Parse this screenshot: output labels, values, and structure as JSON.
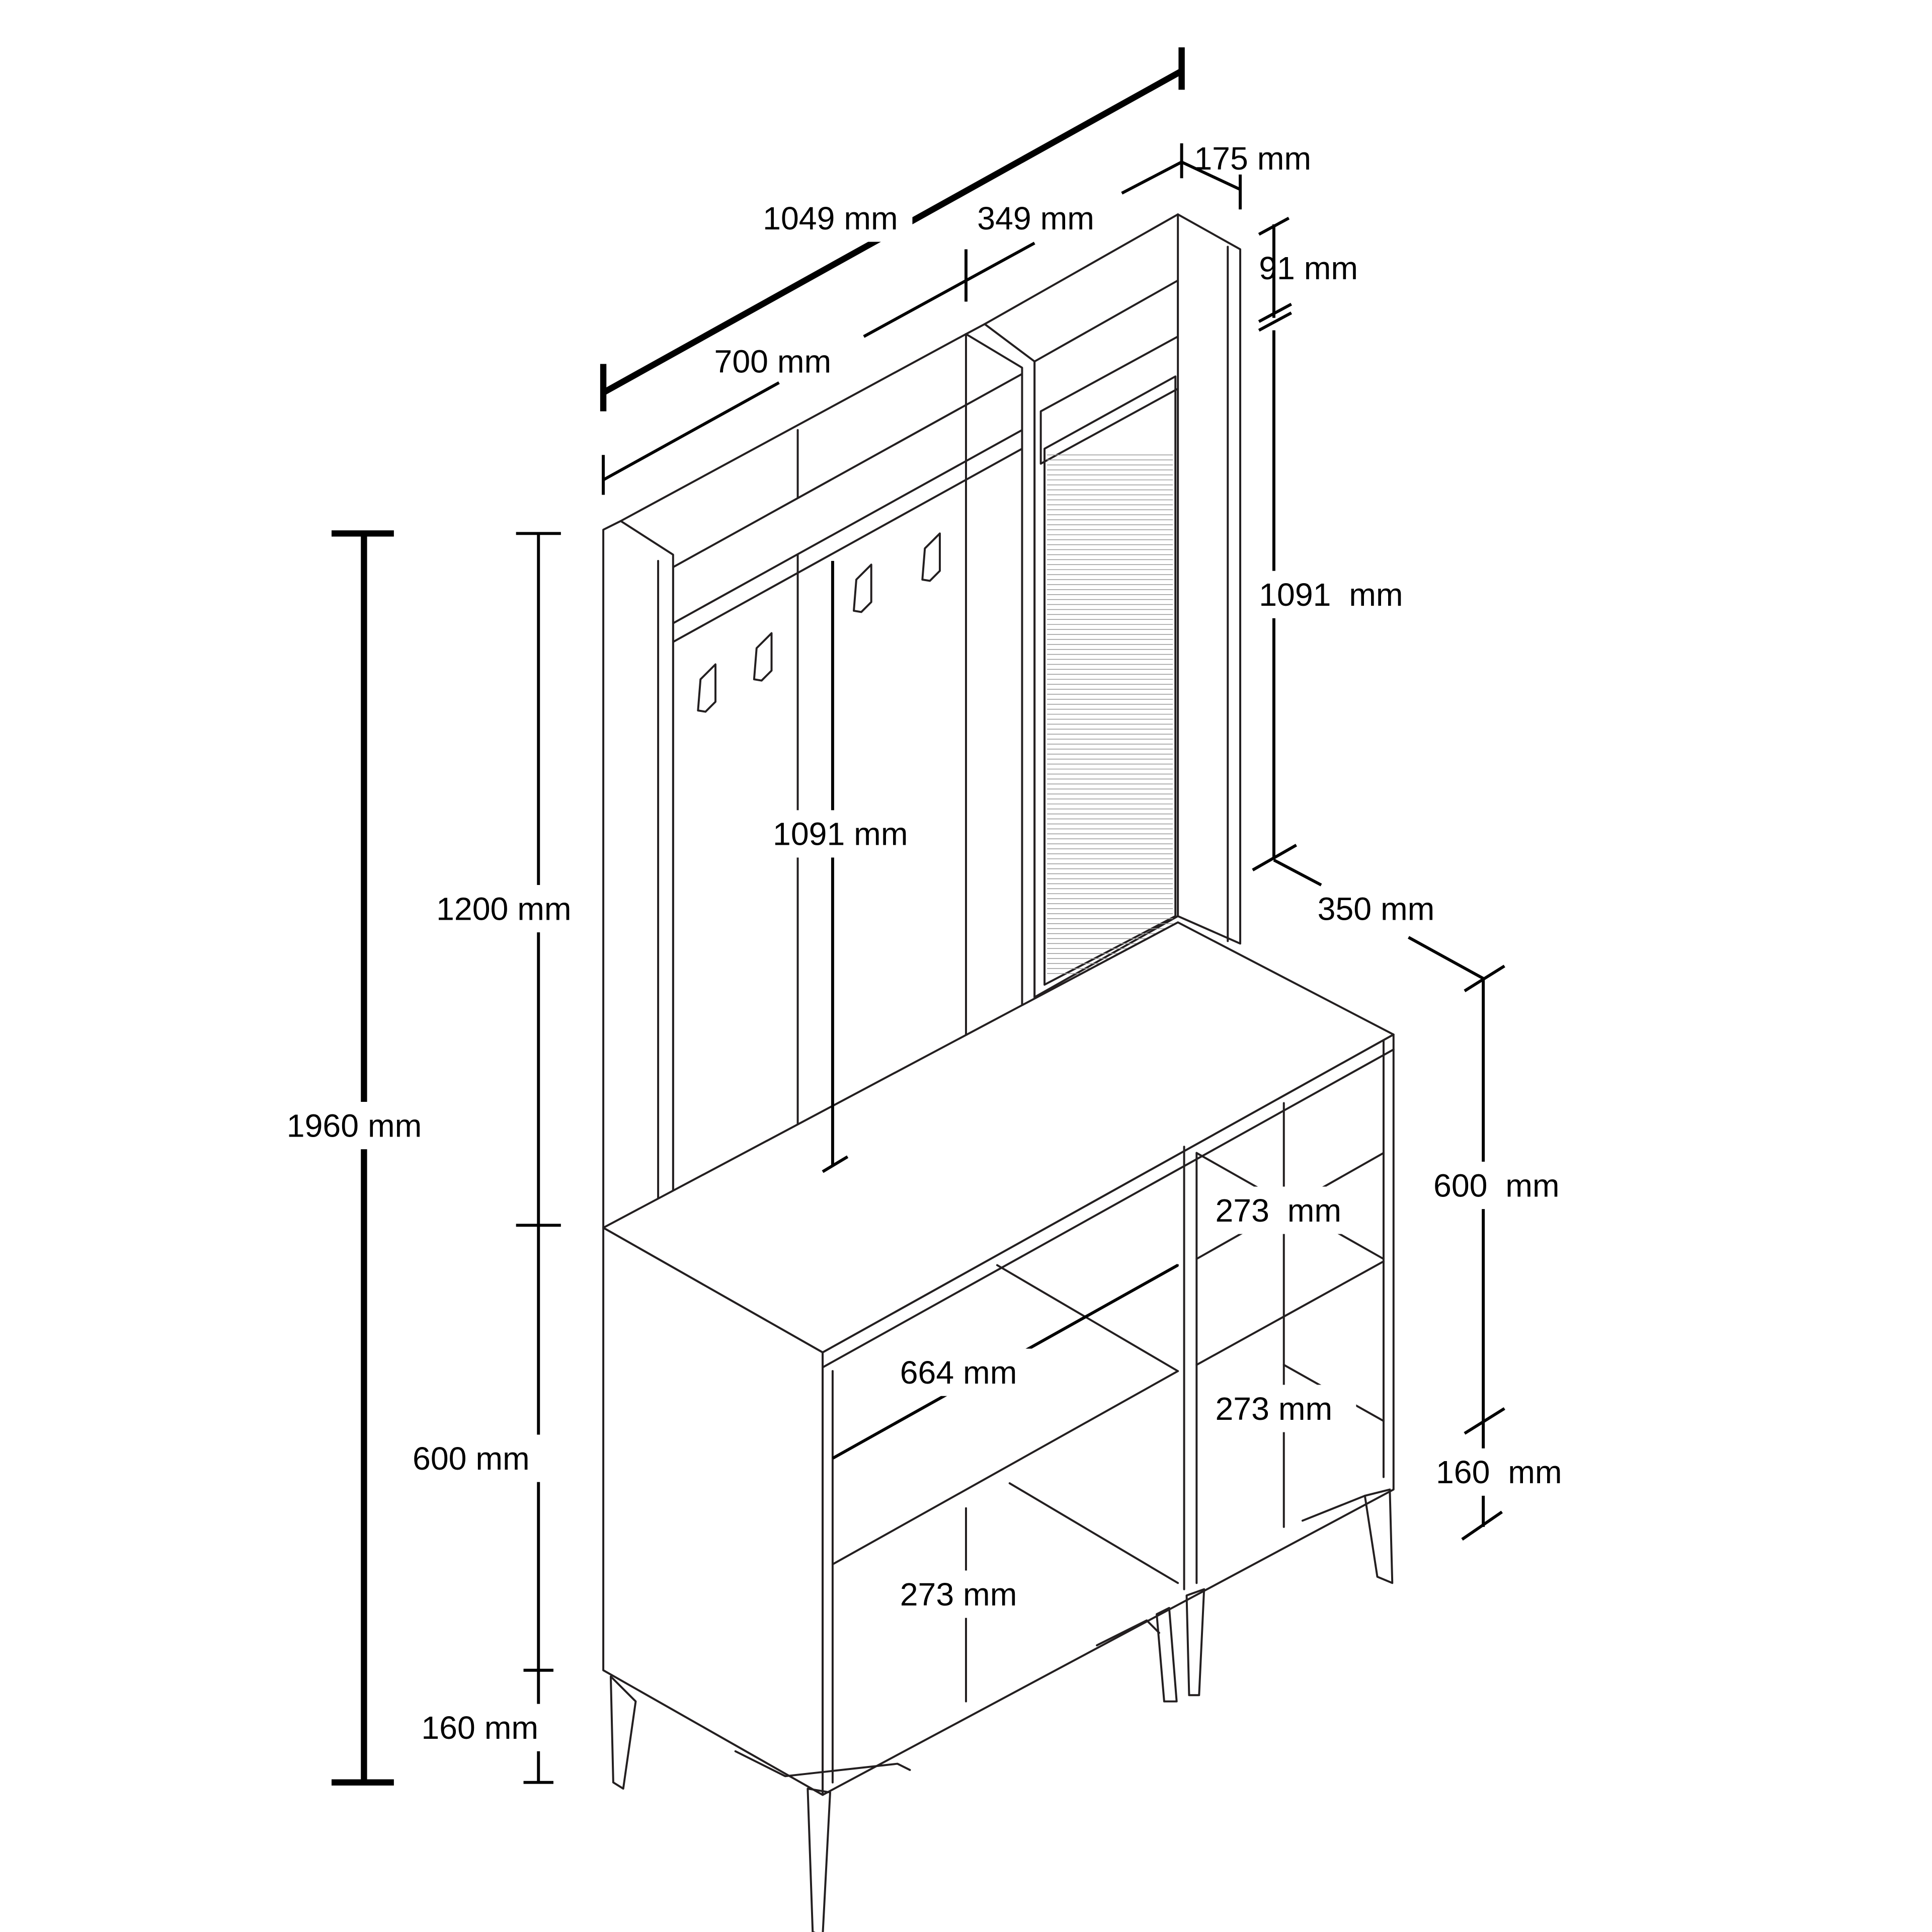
{
  "title": "Hallway coat rack unit with cabinet – dimension drawing",
  "colors": {
    "line": "#231f20",
    "mirror": "#999999",
    "background": "#ffffff"
  },
  "dimensions": {
    "total_width": "1049 mm",
    "right_hutch_width": "349 mm",
    "right_panel_depth": "175 mm",
    "top_shelf_height": "91 mm",
    "left_hutch_width": "700 mm",
    "right_mirror_height": "1091  mm",
    "center_hutch_height": "1091 mm",
    "hutch_height": "1200 mm",
    "total_height": "1960 mm",
    "cabinet_depth": "350 mm",
    "right_cabinet_height": "600  mm",
    "right_upper_shelf": "273  mm",
    "right_lower_shelf": "273 mm",
    "cabinet_inner_width": "664 mm",
    "left_lower_shelf": "273 mm",
    "left_cabinet_height": "600 mm",
    "right_leg_height": "160  mm",
    "left_leg_height": "160 mm"
  }
}
